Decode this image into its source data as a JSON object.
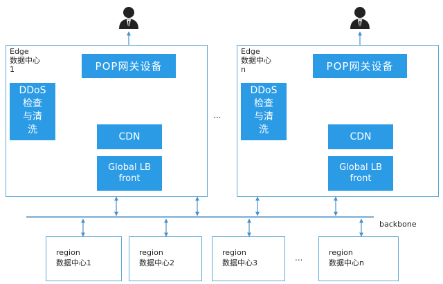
{
  "edges": [
    {
      "label": "Edge\n数据中心\n1",
      "pop": "POP网关设备",
      "ddos": "DDoS\n检查\n与清\n洗",
      "cdn": "CDN",
      "glb": [
        "Global LB",
        "front"
      ]
    },
    {
      "label": "Edge\n数据中心\nn",
      "pop": "POP网关设备",
      "ddos": "DDoS\n检查\n与清\n洗",
      "cdn": "CDN",
      "glb": [
        "Global LB",
        "front"
      ]
    }
  ],
  "edge_ellipsis": "...",
  "backbone_label": "backbone",
  "regions": [
    {
      "label": "region\n数据中心1"
    },
    {
      "label": "region\n数据中心2"
    },
    {
      "label": "region\n数据中心3"
    },
    {
      "label": "region\n数据中心n"
    }
  ],
  "region_ellipsis": "...",
  "icons": {
    "user": "user-icon"
  },
  "colors": {
    "box": "#2b9be6",
    "border": "#5ba8d6",
    "line": "#4a90c8"
  }
}
